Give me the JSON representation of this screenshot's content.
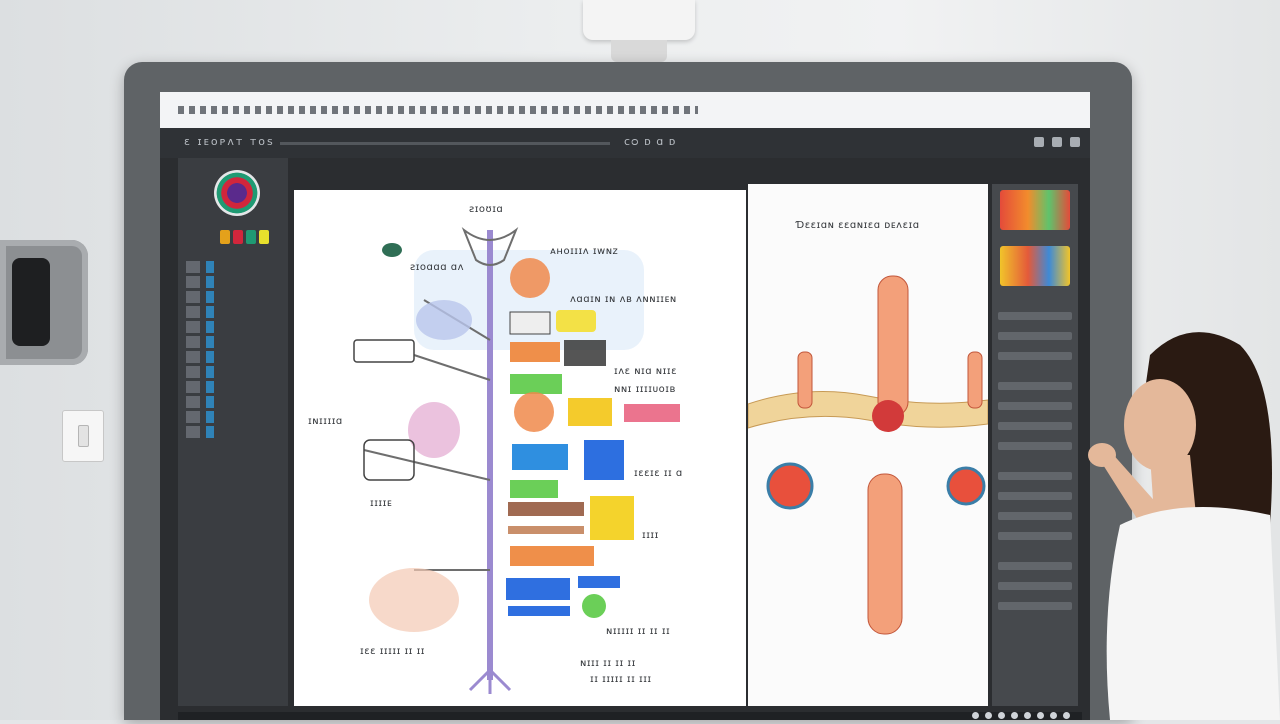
{
  "scene": {
    "projector": {
      "color": "#f4f4f4"
    },
    "board": {
      "frame_color": "#5f6366"
    },
    "person": {
      "shirt_color": "#f5f5f5",
      "hair_color": "#2a1a12",
      "skin_color": "#e4b89a"
    }
  },
  "app": {
    "titlebar_label": "ɛ ɪᴇᴏᴘʌᴛ ᴛᴏs",
    "status_text": "ᴄᴑ ᴅ ɑ ᴅ"
  },
  "canvas": {
    "left_heading": "ƨɪᴏʊɪɑ",
    "right_heading": "Ɗɛɛɪɑɴ ɛɛɑɴɪɛɑ ᴅᴇʌɛɪɑ",
    "labels": [
      "ᴀʜᴏɪɪɪʌ ɪᴡɴᴢ",
      "ƨɪᴏɑɑɑ ɑʌ",
      "ʌɑɑɪɴ ɪɴ ʌʙ ʌɴɴɪɪᴇɴ",
      "ɪʌɛ ɴɪɑ ɴɪɪɛ",
      "ɴɴɪ ɪɪɪɪᴜᴏɪʙ",
      "ɪɴɪɪɪɪɑ",
      "ɪɛɛɪɛ ɪɪ ɑ",
      "ɪɪɪɪᴇ",
      "ɪɪɪɪ",
      "ɴɪɪɪɪɪ ɪɪ ɪɪ ɪɪ",
      "ɪɛɛ ɪɪɪɪɪ ɪɪ ɪɪ",
      "ɴɪɪɪ ɪɪ ɪɪ ɪɪ",
      "ɪɪ ɪɪɪɪɪ ɪɪ ɪɪɪ"
    ]
  },
  "palette": {
    "accent_blue": "#2d8fcc",
    "swatches": [
      "#e4a11b",
      "#d1263c",
      "#1f9a73",
      "#e8e02c"
    ]
  }
}
